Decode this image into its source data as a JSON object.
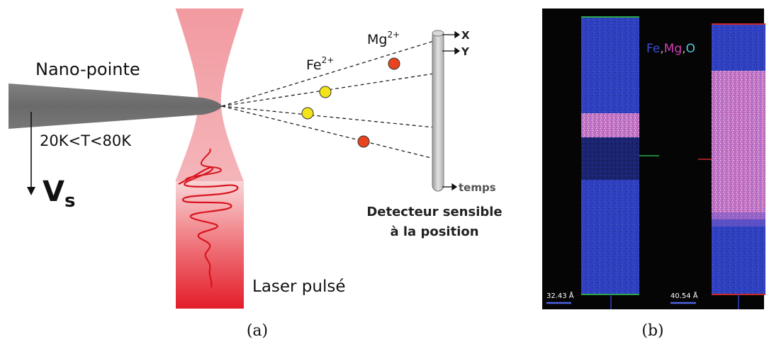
{
  "panel_a": {
    "tip_label": "Nano-pointe",
    "temperature_range": "20K<T<80K",
    "voltage_symbol": "V",
    "voltage_subscript": "s",
    "ions": [
      {
        "symbol": "Fe",
        "charge": "2+",
        "color": "#f2e31a"
      },
      {
        "symbol": "Mg",
        "charge": "2+",
        "color": "#e8431c"
      }
    ],
    "laser_label": "Laser pulsé",
    "detector": {
      "axis_x": "X",
      "axis_y": "Y",
      "axis_time": "temps",
      "label_line1": "Detecteur sensible",
      "label_line2": "à la position"
    },
    "caption": "(a)"
  },
  "panel_b": {
    "legend": {
      "fe": "Fe",
      "mg": "Mg",
      "o": "O",
      "separator": ","
    },
    "legend_colors": {
      "fe": "#3b4fd0",
      "mg": "#d13fb3",
      "o": "#4fc6df"
    },
    "scale_left": "32.43 Å",
    "scale_right": "40.54 Å",
    "caption": "(b)"
  },
  "colors": {
    "laser": "#e8323c",
    "tip": "#6f6f6f",
    "bulk_blue": "#2f41c0",
    "mgo_pink": "#c86bc0",
    "background_dark": "#050505"
  }
}
